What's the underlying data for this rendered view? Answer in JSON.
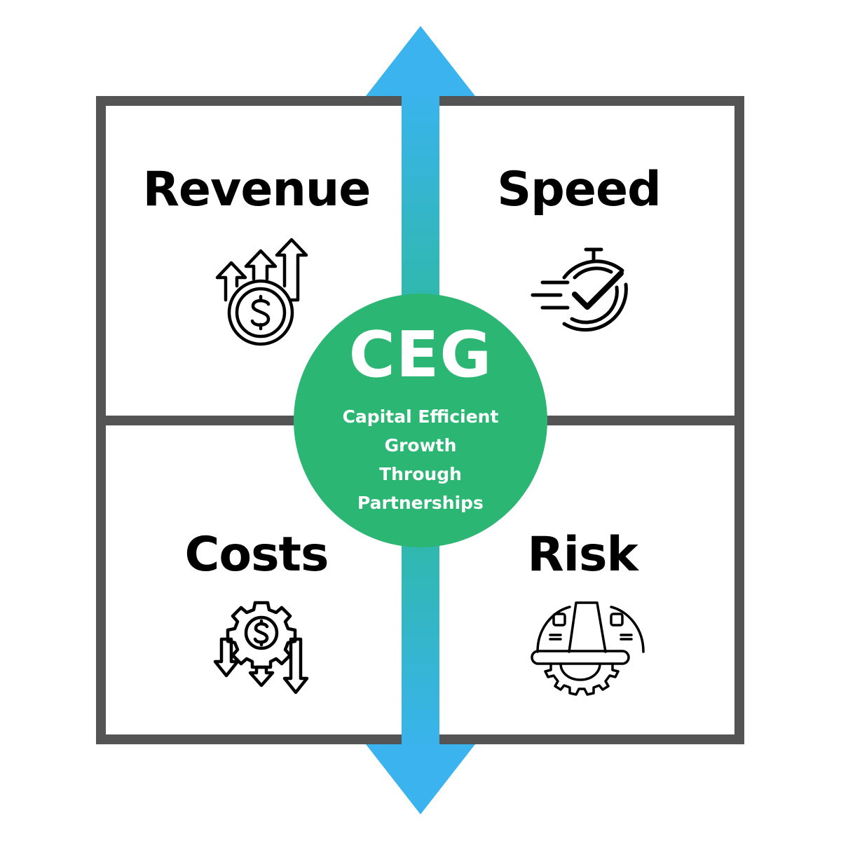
{
  "diagram": {
    "type": "quadrant-with-axis",
    "colors": {
      "frame": "#545454",
      "arrow_top": "#3ab3ee",
      "arrow_mid": "#2eb88a",
      "circle": "#2bb673",
      "text": "#000000",
      "circle_text": "#ffffff",
      "background": "#ffffff"
    },
    "center": {
      "title": "CEG",
      "subtitle_lines": [
        "Capital Efficient",
        "Growth",
        "Through",
        "Partnerships"
      ]
    },
    "quadrants": [
      {
        "position": "top-left",
        "label": "Revenue",
        "icon": "revenue-growth-dollar-arrows-up-icon"
      },
      {
        "position": "top-right",
        "label": "Speed",
        "icon": "stopwatch-check-fast-icon"
      },
      {
        "position": "bottom-left",
        "label": "Costs",
        "icon": "cost-reduction-gear-dollar-arrows-down-icon"
      },
      {
        "position": "bottom-right",
        "label": "Risk",
        "icon": "hard-hat-gear-safety-icon"
      }
    ],
    "axis": {
      "orientation": "vertical",
      "arrowheads": [
        "up",
        "down"
      ]
    }
  }
}
